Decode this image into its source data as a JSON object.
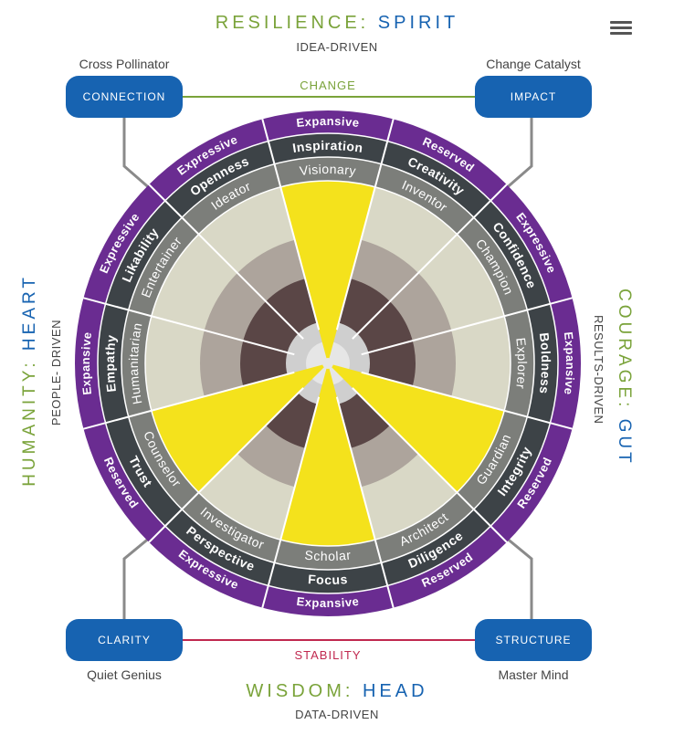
{
  "top": {
    "title_a": "RESILIENCE:",
    "title_b": "SPIRIT",
    "subtitle": "IDEA-DRIVEN"
  },
  "bottom": {
    "title_a": "WISDOM:",
    "title_b": "HEAD",
    "subtitle": "DATA-DRIVEN"
  },
  "left": {
    "title_a": "HUMANITY:",
    "title_b": "HEART",
    "subtitle": "PEOPLE- DRIVEN"
  },
  "right": {
    "title_a": "COURAGE:",
    "title_b": "GUT",
    "subtitle": "RESULTS-DRIVEN"
  },
  "corners": {
    "connection": {
      "label": "CONNECTION",
      "caption": "Cross Pollinator"
    },
    "impact": {
      "label": "IMPACT",
      "caption": "Change Catalyst"
    },
    "clarity": {
      "label": "CLARITY",
      "caption": "Quiet Genius"
    },
    "structure": {
      "label": "STRUCTURE",
      "caption": "Master Mind"
    }
  },
  "links": {
    "top": "CHANGE",
    "bottom": "STABILITY"
  },
  "colors": {
    "purple": "#6a2c91",
    "dark": "#3d4347",
    "mid": "#7c7e7a",
    "light": "#d9d8c6",
    "tan": "#ada49c",
    "brown": "#5a4646",
    "yellow": "#f4e21c",
    "blue": "#1763b1",
    "green": "#7aa33a",
    "red": "#c0284f"
  },
  "segments": [
    {
      "style": "Expansive",
      "trait": "Inspiration",
      "type": "Visionary",
      "highlight": true
    },
    {
      "style": "Reserved",
      "trait": "Creativity",
      "type": "Inventor",
      "highlight": false
    },
    {
      "style": "Expressive",
      "trait": "Confidence",
      "type": "Champion",
      "highlight": false
    },
    {
      "style": "Expansive",
      "trait": "Boldness",
      "type": "Explorer",
      "highlight": false
    },
    {
      "style": "Reserved",
      "trait": "Integrity",
      "type": "Guardian",
      "highlight": true
    },
    {
      "style": "Reserved",
      "trait": "Diligence",
      "type": "Architect",
      "highlight": false
    },
    {
      "style": "Expansive",
      "trait": "Focus",
      "type": "Scholar",
      "highlight": true
    },
    {
      "style": "Expressive",
      "trait": "Perspective",
      "type": "Investigator",
      "highlight": false
    },
    {
      "style": "Reserved",
      "trait": "Trust",
      "type": "Counselor",
      "highlight": true
    },
    {
      "style": "Expansive",
      "trait": "Empathy",
      "type": "Humanitarian",
      "highlight": false
    },
    {
      "style": "Expressive",
      "trait": "Likability",
      "type": "Entertainer",
      "highlight": false
    },
    {
      "style": "Expressive",
      "trait": "Openness",
      "type": "Ideator",
      "highlight": false
    }
  ]
}
